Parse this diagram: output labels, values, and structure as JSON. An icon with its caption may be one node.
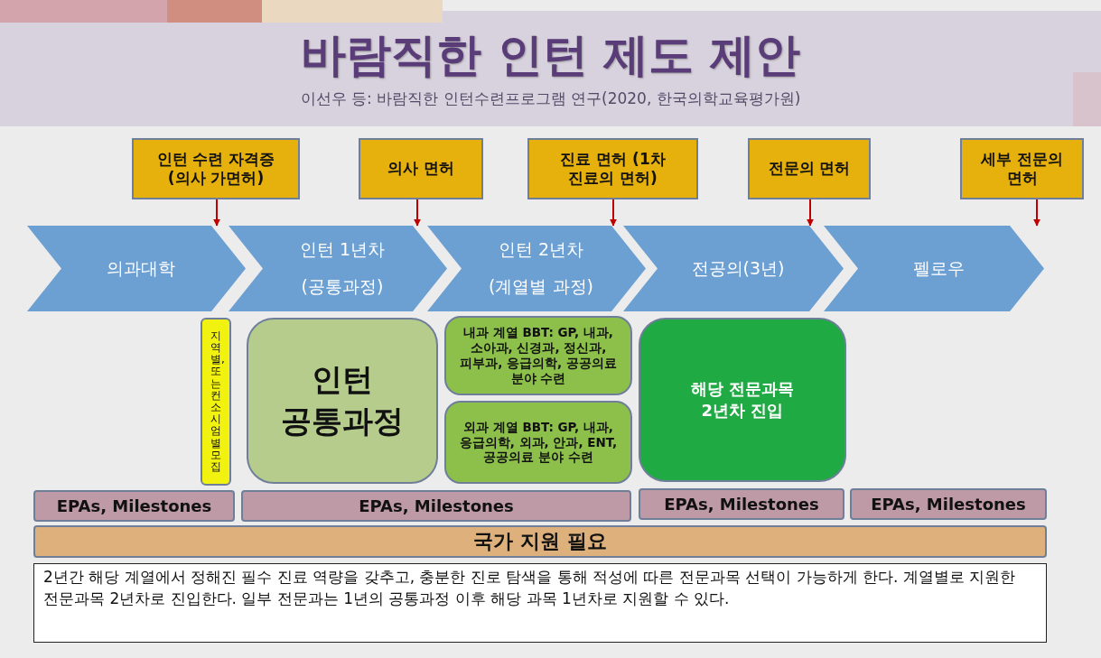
{
  "diagram": {
    "title": "바람직한 인턴 제도 제안",
    "nodes": [
      {
        "text": [
          "인턴 수련 자격증 (의사 가면허)"
        ]
      },
      {
        "text": [
          "의사 면허"
        ]
      },
      {
        "text": [
          "진료 면허 (1차 진료의 면허)"
        ]
      },
      {
        "text": [
          "전문의 면허"
        ]
      },
      {
        "text": [
          "세부 전문의 면허"
        ]
      },
      {
        "text": [
          "의과대학"
        ]
      },
      {
        "text": [
          "인턴 1년차",
          "(공통과정)"
        ]
      },
      {
        "text": [
          "인턴 2년차",
          "(계열별 과정)"
        ]
      },
      {
        "text": [
          "전공의(3년)"
        ]
      },
      {
        "text": [
          "펠로우"
        ]
      },
      {
        "text": [
          "지역별,또는컨소시엄별모집"
        ]
      },
      {
        "text": [
          "인턴 공통과정"
        ]
      },
      {
        "text": [
          "내과 계열 BBT: GP, 내과, 소아과, 신경과, 정신과, 피부과, 응급의학, 공공의료 분야 수련"
        ]
      },
      {
        "text": [
          "외과 계열 BBT: GP, 내과, 응급의학, 외과, 안과, ENT, 공공의료 분야 수련"
        ]
      },
      {
        "text": [
          "해당 전문과목 2년차 진입"
        ]
      },
      {
        "text": [
          "EPAs, Milestones"
        ]
      },
      {
        "text": [
          "EPAs, Milestones"
        ]
      },
      {
        "text": [
          "EPAs, Milestones"
        ]
      },
      {
        "text": [
          "EPAs, Milestones"
        ]
      },
      {
        "text": [
          "국가 지원 필요"
        ]
      },
      {
        "text": [
          "2년간 해당 계열에서 정해진 필수 진료 역량을 갖추고, 충분한 진로 탐색을 통해 적성에 따른 전문과목 선택이 가능하게 한다. 계열별로 지원한 전문과목 2년차로 진입한다. 일부 전문과는 1년의 공통과정 이후 해당 과목 1년차로 지원할 수 있다."
        ]
      }
    ],
    "edges": [
      {
        "from": 0,
        "to": 5,
        "arrow": "to"
      },
      {
        "from": 1,
        "to": 6,
        "arrow": "to"
      },
      {
        "from": 2,
        "to": 7,
        "arrow": "to"
      },
      {
        "from": 3,
        "to": 8,
        "arrow": "to"
      },
      {
        "from": 4,
        "to": 9,
        "arrow": "to"
      }
    ],
    "labels": [
      "이선우 등: 바람직한 인턴수련프로그램 연구(2020, 한국의학교육평가원)"
    ]
  }
}
